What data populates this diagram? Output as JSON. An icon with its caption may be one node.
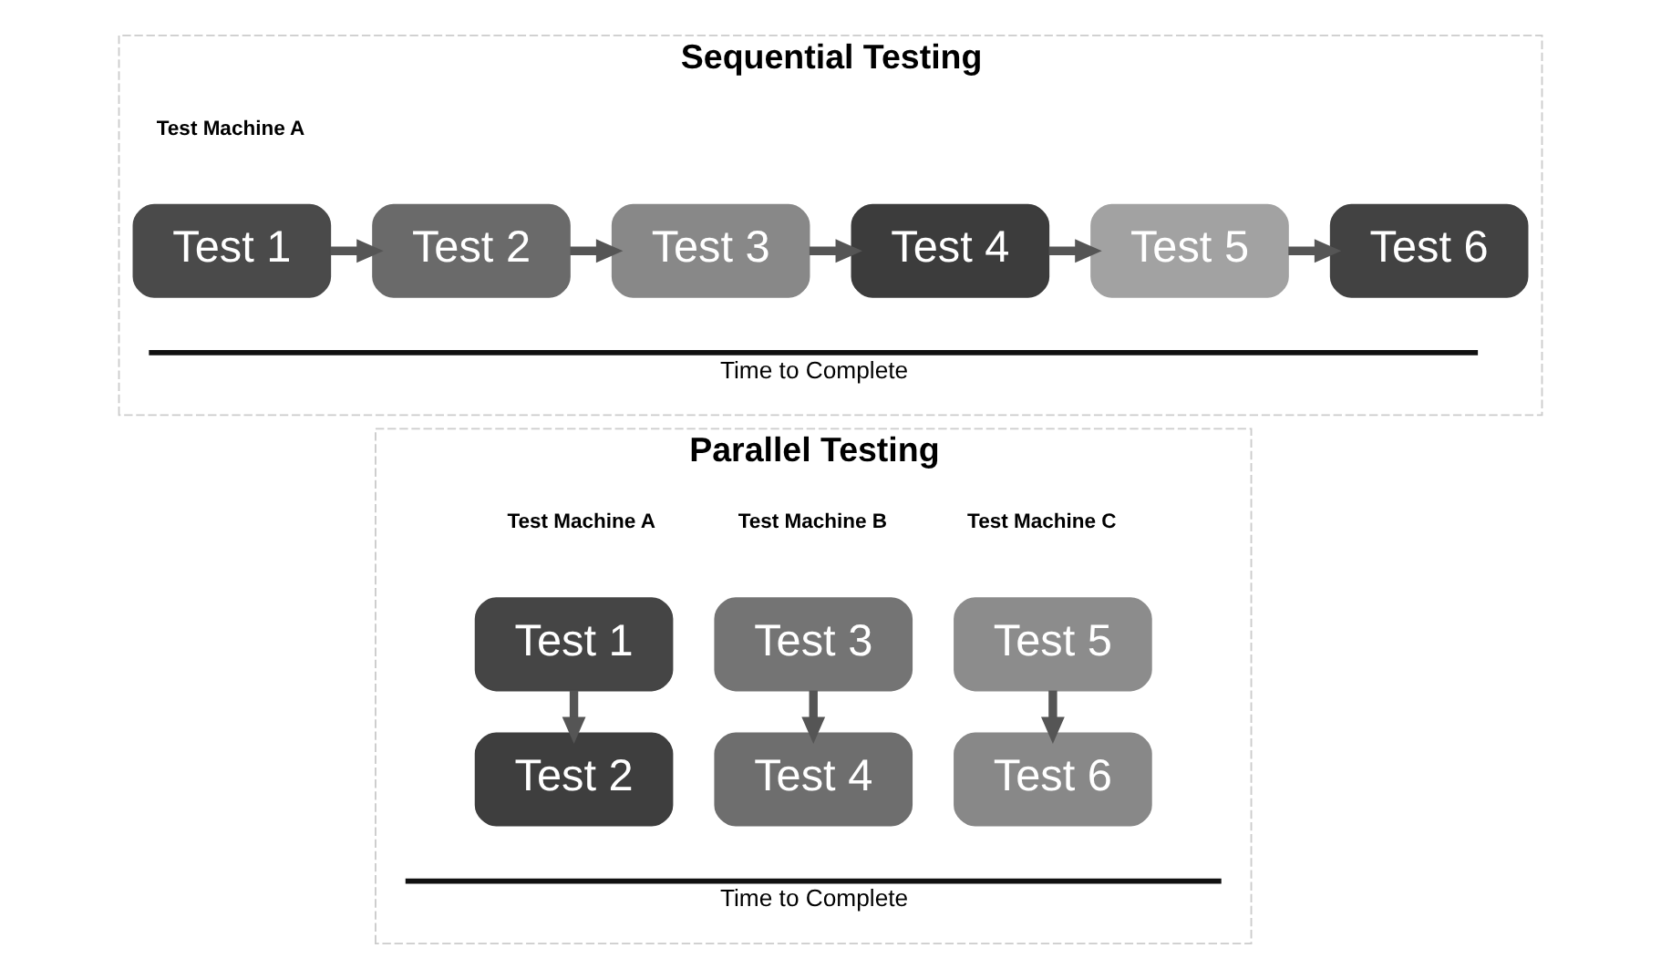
{
  "diagram": {
    "nodes": [
      {
        "text": [
          "Sequential Testing"
        ]
      },
      {
        "text": [
          "Test 1"
        ],
        "in": 0
      },
      {
        "text": [
          "Test 2"
        ],
        "in": 0
      },
      {
        "text": [
          "Test 3"
        ],
        "in": 0
      },
      {
        "text": [
          "Test 4"
        ],
        "in": 0
      },
      {
        "text": [
          "Test 5"
        ],
        "in": 0
      },
      {
        "text": [
          "Test 6"
        ],
        "in": 0
      },
      {
        "text": [
          "Parallel Testing"
        ]
      },
      {
        "text": [
          "Test 1"
        ],
        "in": 7
      },
      {
        "text": [
          "Test 3"
        ],
        "in": 7
      },
      {
        "text": [
          "Test 5"
        ],
        "in": 7
      },
      {
        "text": [
          "Test 2"
        ],
        "in": 7
      },
      {
        "text": [
          "Test 4"
        ],
        "in": 7
      },
      {
        "text": [
          "Test 6"
        ],
        "in": 7
      }
    ],
    "edges": [
      {
        "from": 1,
        "to": 2,
        "arrow": "to"
      },
      {
        "from": 2,
        "to": 3,
        "arrow": "to"
      },
      {
        "from": 3,
        "to": 4,
        "arrow": "to"
      },
      {
        "from": 4,
        "to": 5,
        "arrow": "to"
      },
      {
        "from": 5,
        "to": 6,
        "arrow": "to"
      },
      {
        "from": 8,
        "to": 11,
        "arrow": "to"
      },
      {
        "from": 9,
        "to": 12,
        "arrow": "to"
      },
      {
        "from": 10,
        "to": 13,
        "arrow": "to"
      }
    ],
    "labels": [
      "Test Machine A",
      "Time to Complete",
      "Test Machine A",
      "Test Machine B",
      "Test Machine C",
      "Time to Complete"
    ]
  }
}
